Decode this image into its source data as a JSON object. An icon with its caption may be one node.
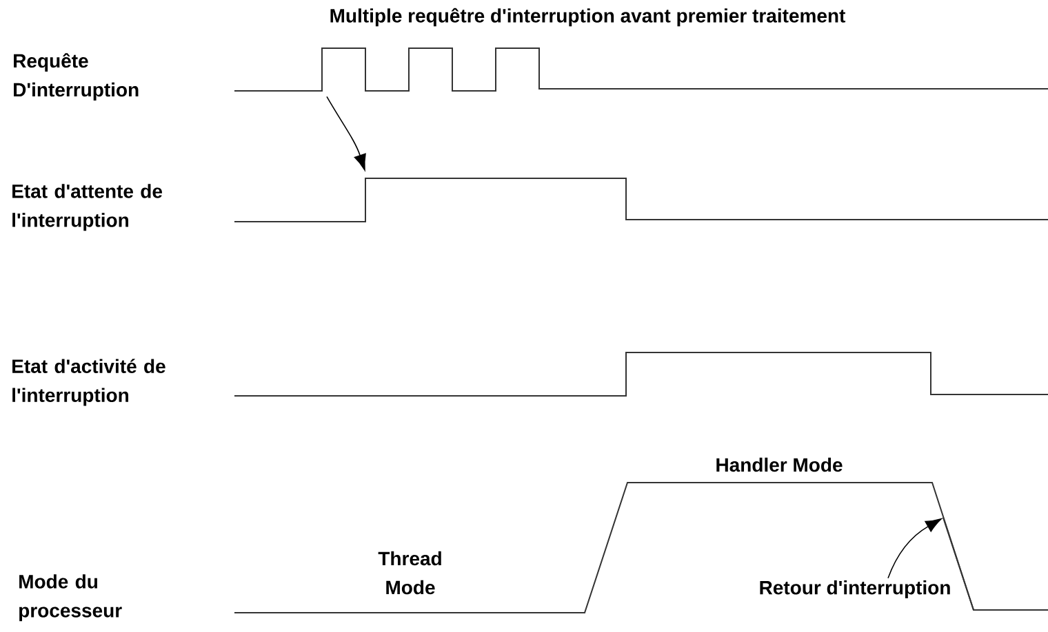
{
  "diagram": {
    "nodes": [
      {
        "text": [],
        "shape": "line"
      },
      {
        "text": [],
        "shape": "line"
      },
      {
        "text": [],
        "shape": "line"
      },
      {
        "text": [
          "Retour d'interruption"
        ],
        "in": 4
      },
      {
        "text": [],
        "shape": "line"
      },
      {
        "text": [],
        "shape": "line",
        "in": 4
      }
    ],
    "edges": [
      {
        "from": 0,
        "to": 1,
        "arrow": "to"
      },
      {
        "from": 3,
        "to": 5,
        "arrow": "to"
      }
    ],
    "labels": [
      "Multiple requêtre d'interruption avant premier traitement",
      "Requête D'interruption",
      "Etat d'attente de l'interruption",
      "Etat d'activité de l'interruption",
      "Handler Mode",
      "Thread Mode",
      "Mode du processeur"
    ]
  }
}
